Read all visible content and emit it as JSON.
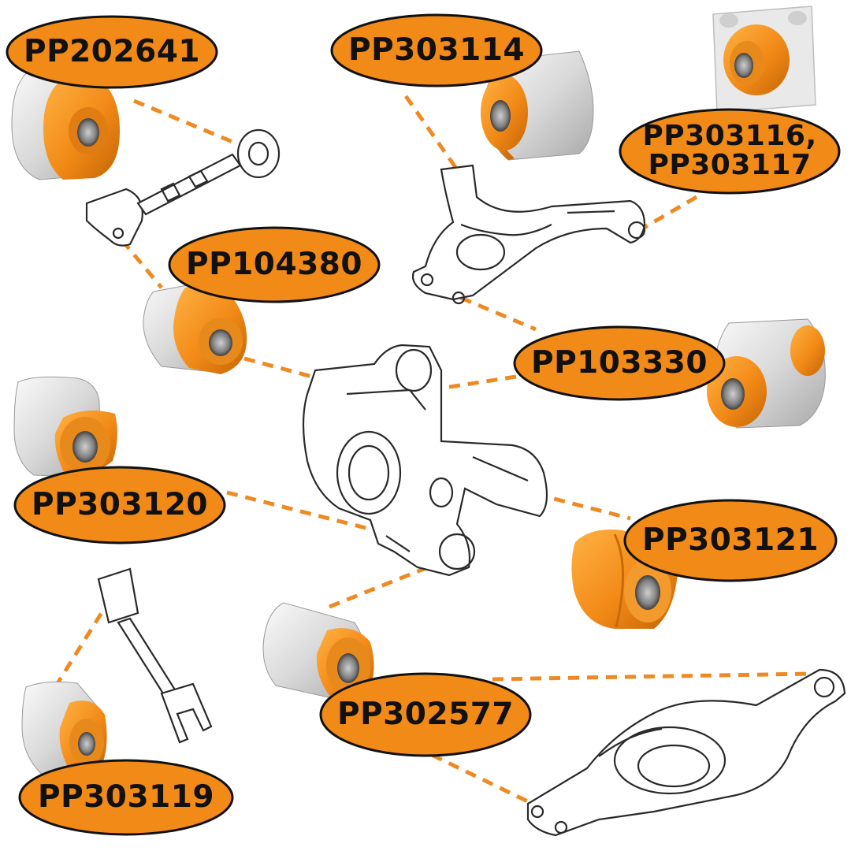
{
  "colors": {
    "orange": "#F28A17",
    "orange_dark": "#C96A08",
    "outline": "#111111",
    "dash": "#EE8A22",
    "metal": "#D6D6D6",
    "metal_light": "#F4F4F4"
  },
  "labels": {
    "pp202641": "PP202641",
    "pp303114": "PP303114",
    "pp303116": "PP303116,\nPP303117",
    "pp104380": "PP104380",
    "pp103330": "PP103330",
    "pp303120": "PP303120",
    "pp303121": "PP303121",
    "pp302577": "PP302577",
    "pp303119": "PP303119"
  },
  "icons": [
    "bush-icon",
    "trailing-arm-icon",
    "control-arm-icon",
    "knuckle-icon",
    "lower-arm-icon",
    "link-icon",
    "housing-icon"
  ]
}
